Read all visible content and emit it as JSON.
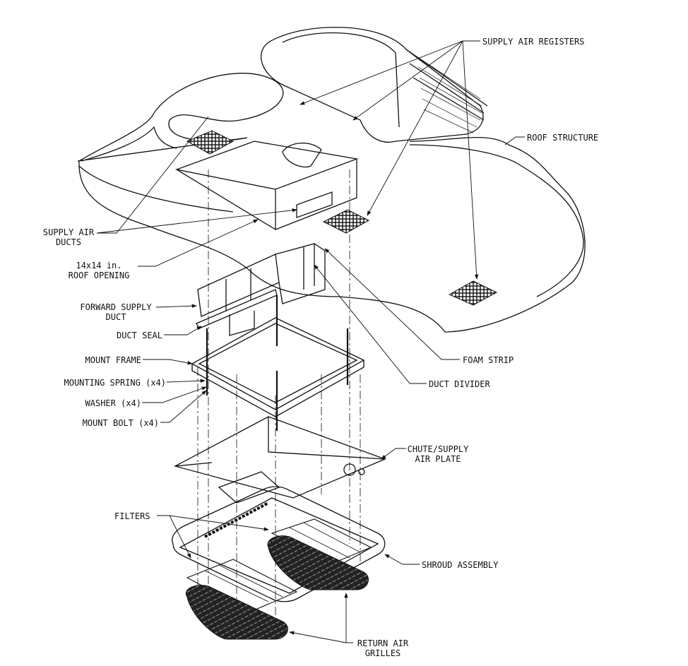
{
  "diagram": {
    "type": "exploded-assembly",
    "labels": {
      "supply_air_registers": "SUPPLY AIR REGISTERS",
      "roof_structure": "ROOF STRUCTURE",
      "supply_air_ducts_1": "SUPPLY AIR",
      "supply_air_ducts_2": "DUCTS",
      "roof_opening_1": "14x14 in.",
      "roof_opening_2": "ROOF OPENING",
      "forward_supply_duct_1": "FORWARD SUPPLY",
      "forward_supply_duct_2": "DUCT",
      "duct_seal": "DUCT SEAL",
      "mount_frame": "MOUNT FRAME",
      "mounting_spring": "MOUNTING SPRING (x4)",
      "washer": "WASHER (x4)",
      "mount_bolt": "MOUNT BOLT (x4)",
      "foam_strip": "FOAM STRIP",
      "duct_divider": "DUCT DIVIDER",
      "chute_plate_1": "CHUTE/SUPPLY",
      "chute_plate_2": "AIR PLATE",
      "filters": "FILTERS",
      "shroud_assembly": "SHROUD ASSEMBLY",
      "return_air_grilles_1": "RETURN AIR",
      "return_air_grilles_2": "GRILLES"
    },
    "colors": {
      "line": "#111111",
      "background": "#ffffff"
    }
  }
}
